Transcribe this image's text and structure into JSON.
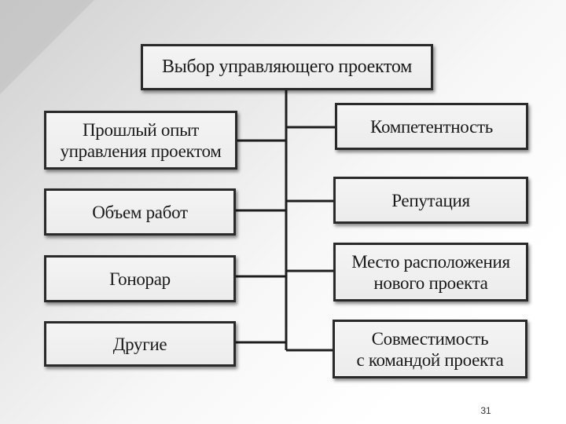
{
  "diagram": {
    "title": "Выбор управляющего проектом",
    "left_items": [
      {
        "label": "Прошлый опыт\nуправления проектом"
      },
      {
        "label": "Объем работ"
      },
      {
        "label": "Гонорар"
      },
      {
        "label": "Другие"
      }
    ],
    "right_items": [
      {
        "label": "Компетентность"
      },
      {
        "label": "Репутация"
      },
      {
        "label": "Место расположения\nнового проекта"
      },
      {
        "label": "Совместимость\nс командой проекта"
      }
    ]
  },
  "page_number": "31",
  "colors": {
    "box_border": "#2a2a2a",
    "box_fill": "#efefef",
    "connector": "#1e1e1e"
  }
}
